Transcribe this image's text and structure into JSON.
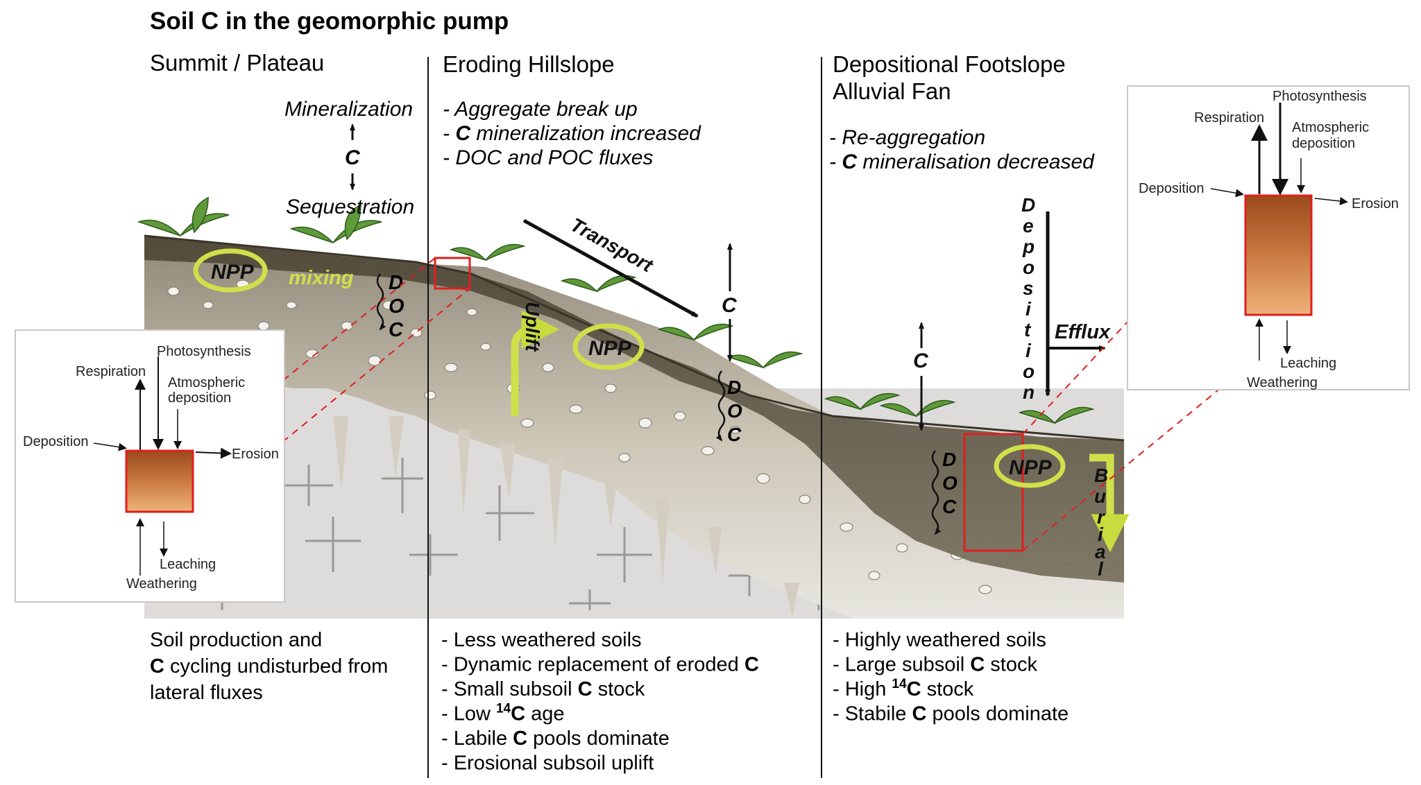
{
  "title": "Soil C in the geomorphic pump",
  "columns": {
    "summit": {
      "heading": "Summit / Plateau",
      "process_top": "Mineralization",
      "process_center": "C",
      "process_bottom": "Sequestration",
      "footer_line1": "Soil production and",
      "footer_line2_bold": "C",
      "footer_line2_rest": " cycling undisturbed from",
      "footer_line3": "lateral fluxes"
    },
    "hillslope": {
      "heading": "Eroding Hillslope",
      "bullets": [
        {
          "bold": "",
          "text": "- Aggregate break up"
        },
        {
          "pre": "- ",
          "bold": "C",
          "text": " mineralization increased"
        },
        {
          "bold": "",
          "text": "- DOC and POC fluxes"
        }
      ],
      "footer": [
        "- Less weathered soils",
        "- Dynamic replacement of eroded C",
        "- Small subsoil C stock",
        "- Low 14C age",
        "- Labile C pools dominate",
        "- Erosional subsoil uplift"
      ]
    },
    "footslope": {
      "heading_line1": "Depositional Footslope",
      "heading_line2": "Alluvial Fan",
      "bullets": [
        {
          "bold": "",
          "text": "- Re-aggregation"
        },
        {
          "pre": "- ",
          "bold": "C",
          "text": " mineralisation decreased"
        }
      ],
      "footer": [
        "- Highly weathered soils",
        "- Large subsoil C stock",
        "- High 14C stock",
        "- Stabile C pools dominate"
      ]
    }
  },
  "diagram_labels": {
    "npp": "NPP",
    "mixing": "mixing",
    "doc": "DOC",
    "uplift": "Uplift",
    "transport": "Transport",
    "c": "C",
    "deposition": "Deposition",
    "efflux": "Efflux",
    "burial": "Burial"
  },
  "inset_box": {
    "photosynthesis": "Photosynthesis",
    "respiration": "Respiration",
    "atmospheric_1": "Atmospheric",
    "atmospheric_2": "deposition",
    "deposition": "Deposition",
    "erosion": "Erosion",
    "leaching": "Leaching",
    "weathering": "Weathering"
  },
  "colors": {
    "topsoil": "#6b6352",
    "subsoil": "#b5ad9c",
    "bedrock": "#dedcda",
    "plant": "#5e9a3a",
    "yellow_green": "#cfe04a",
    "highlight_red": "#e01e1e",
    "soil_block_top": "#9b4a1c",
    "soil_block_bottom": "#eeb27a"
  }
}
